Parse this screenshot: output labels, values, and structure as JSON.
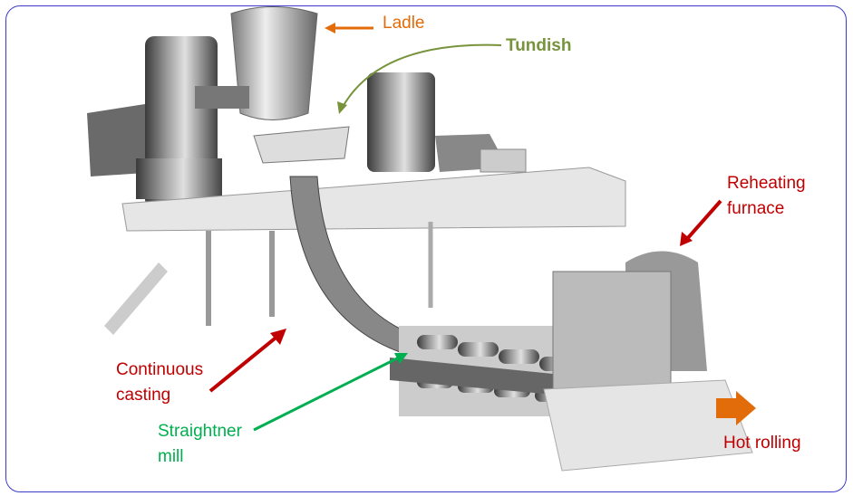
{
  "labels": {
    "ladle": "Ladle",
    "tundish": "Tundish",
    "reheating_line1": "Reheating",
    "reheating_line2": "furnace",
    "continuous_line1": "Continuous",
    "continuous_line2": "casting",
    "straightner_line1": "Straightner",
    "straightner_line2": "mill",
    "hot_rolling": "Hot rolling"
  },
  "colors": {
    "ladle": "#e36c0a",
    "tundish": "#77933c",
    "red_labels": "#c00000",
    "straightner": "#00b050",
    "frame": "#3b3bc8"
  }
}
